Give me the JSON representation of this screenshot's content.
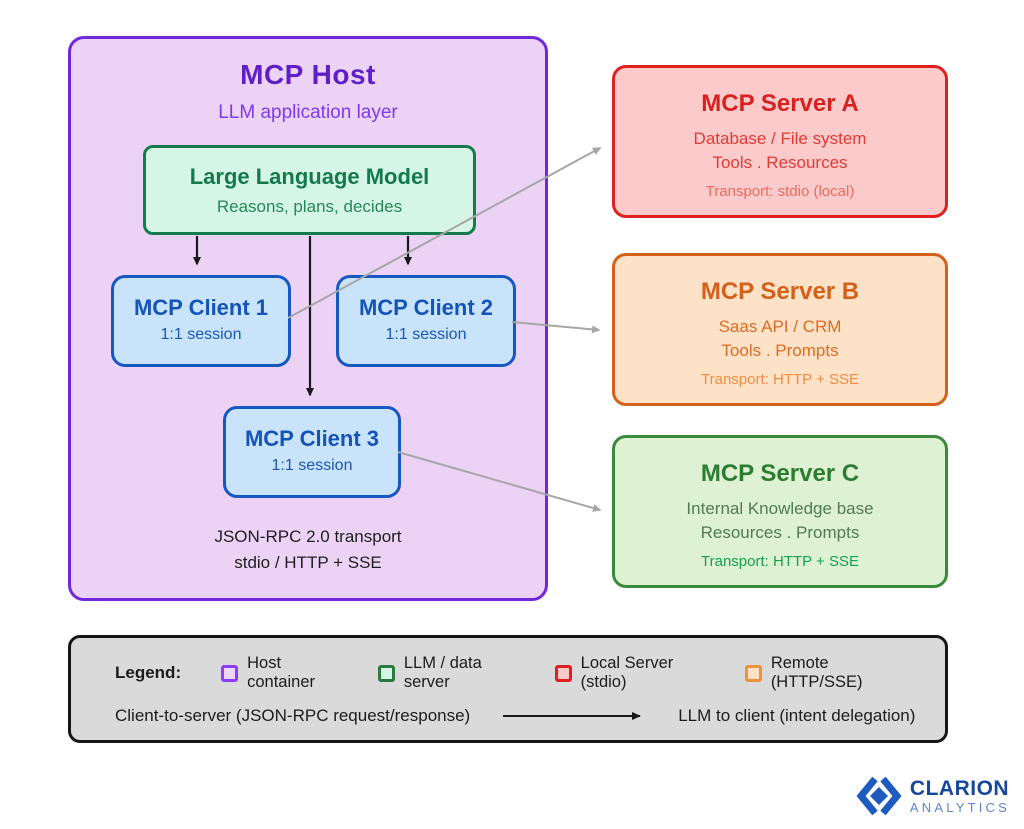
{
  "host": {
    "title": "MCP Host",
    "subtitle": "LLM application layer",
    "llm": {
      "title": "Large Language Model",
      "subtitle": "Reasons, plans, decides"
    },
    "clients": [
      {
        "title": "MCP Client 1",
        "subtitle": "1:1 session"
      },
      {
        "title": "MCP Client 2",
        "subtitle": "1:1 session"
      },
      {
        "title": "MCP Client 3",
        "subtitle": "1:1 session"
      }
    ],
    "footer_line1": "JSON-RPC 2.0 transport",
    "footer_line2": "stdio / HTTP + SSE"
  },
  "servers": [
    {
      "title": "MCP Server A",
      "line1": "Database / File system",
      "line2": "Tools . Resources",
      "transport": "Transport: stdio (local)"
    },
    {
      "title": "MCP Server B",
      "line1": "Saas API / CRM",
      "line2": "Tools . Prompts",
      "transport": "Transport: HTTP + SSE"
    },
    {
      "title": "MCP Server C",
      "line1": "Internal Knowledge base",
      "line2": "Resources . Prompts",
      "transport": "Transport: HTTP + SSE"
    }
  ],
  "edges": [
    {
      "from": "llm",
      "to": "client-1",
      "style": "black-arrow"
    },
    {
      "from": "llm",
      "to": "client-2",
      "style": "black-arrow"
    },
    {
      "from": "llm",
      "to": "client-3",
      "style": "black-arrow"
    },
    {
      "from": "client-1",
      "to": "server-a",
      "style": "gray-arrow"
    },
    {
      "from": "client-2",
      "to": "server-b",
      "style": "gray-arrow"
    },
    {
      "from": "client-3",
      "to": "server-c",
      "style": "gray-arrow"
    }
  ],
  "legend": {
    "label": "Legend:",
    "items": [
      {
        "label": "Host container",
        "fill": "#eed6f8",
        "border": "#8b3dff"
      },
      {
        "label": "LLM / data server",
        "fill": "#d5f6e6",
        "border": "#2c7a3f"
      },
      {
        "label": "Local Server (stdio)",
        "fill": "#fbc9c9",
        "border": "#e01f1f"
      },
      {
        "label": "Remote (HTTP/SSE)",
        "fill": "#fde2c8",
        "border": "#f0913c"
      }
    ],
    "arrow_row": {
      "left_label": "Client-to-server (JSON-RPC request/response)",
      "right_label": "LLM to client (intent delegation)"
    }
  },
  "logo": {
    "name": "CLARION",
    "subname": "ANALYTICS"
  },
  "colors": {
    "host_fill": "#ecd3f6",
    "host_border": "#7228da",
    "host_title": "#5e1fc8",
    "host_subtitle": "#7c3aed",
    "llm_fill": "#d5f6e6",
    "llm_border": "#157a4c",
    "client_fill": "#c9e4fa",
    "client_border": "#1757c2",
    "server_a_fill": "#fbcaca",
    "server_a_border": "#e01f1f",
    "server_b_fill": "#fde2c8",
    "server_b_border": "#d4611a",
    "server_c_fill": "#def1d2",
    "server_c_border": "#3a8a3d",
    "legend_fill": "#dadada",
    "gray_connector": "#a6a6a6",
    "black_connector": "#1a1a1a",
    "logo_blue": "#1d5bbf"
  }
}
